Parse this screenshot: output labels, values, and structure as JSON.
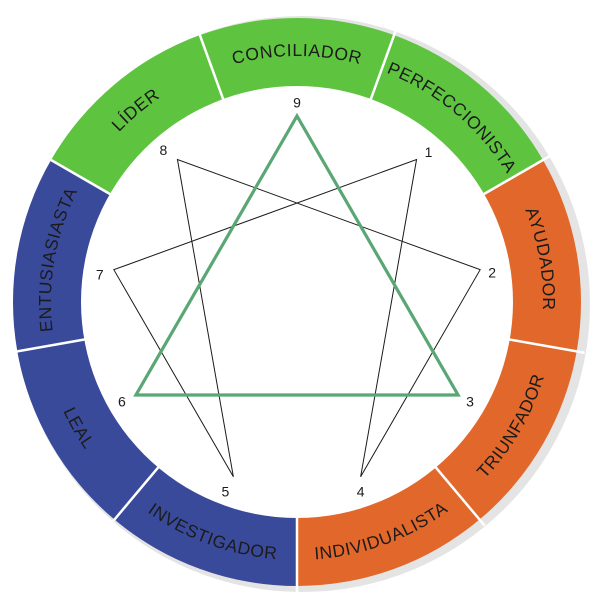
{
  "segments": [
    {
      "label": "CONCILIADOR",
      "color": "#5ec43f"
    },
    {
      "label": "PERFECCIONISTA",
      "color": "#5ec43f"
    },
    {
      "label": "AYUDADOR",
      "color": "#e2672a"
    },
    {
      "label": "TRIUNFADOR",
      "color": "#e2672a"
    },
    {
      "label": "INDIVIDUALISTA",
      "color": "#e2672a"
    },
    {
      "label": "INVESTIGADOR",
      "color": "#3a4a9b"
    },
    {
      "label": "LEAL",
      "color": "#3a4a9b"
    },
    {
      "label": "ENTUSIASIASTA",
      "color": "#3a4a9b"
    },
    {
      "label": "LÍDER",
      "color": "#5ec43f"
    }
  ],
  "points": [
    "9",
    "1",
    "2",
    "3",
    "4",
    "5",
    "6",
    "7",
    "8"
  ],
  "triangle_color": "#5aa775",
  "hexad_color": "#1a1a1a"
}
